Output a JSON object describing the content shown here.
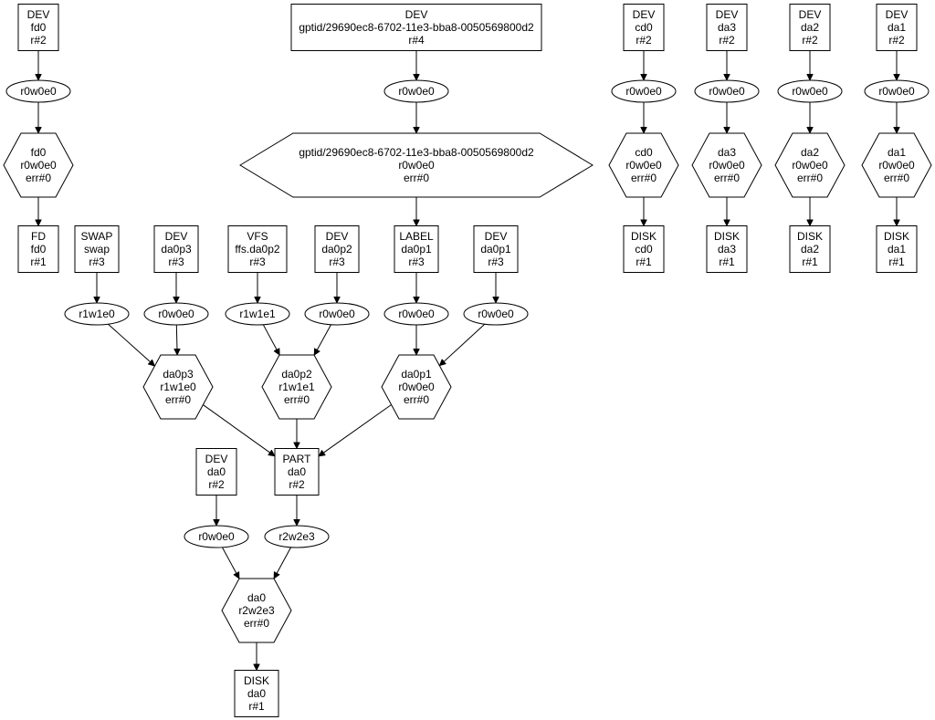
{
  "nodes": [
    {
      "id": "dev_fd0",
      "shape": "box",
      "lines": [
        "DEV",
        "fd0",
        "r#2"
      ]
    },
    {
      "id": "cons_fd0",
      "shape": "ellipse",
      "lines": [
        "r0w0e0"
      ]
    },
    {
      "id": "prov_fd0",
      "shape": "hexagon",
      "lines": [
        "fd0",
        "r0w0e0",
        "err#0"
      ]
    },
    {
      "id": "geom_fd",
      "shape": "box",
      "lines": [
        "FD",
        "fd0",
        "r#1"
      ]
    },
    {
      "id": "dev_gptid",
      "shape": "box",
      "lines": [
        "DEV",
        "gptid/29690ec8-6702-11e3-bba8-0050569800d2",
        "r#4"
      ]
    },
    {
      "id": "cons_gptid",
      "shape": "ellipse",
      "lines": [
        "r0w0e0"
      ]
    },
    {
      "id": "prov_gptid",
      "shape": "hexagon",
      "lines": [
        "gptid/29690ec8-6702-11e3-bba8-0050569800d2",
        "r0w0e0",
        "err#0"
      ]
    },
    {
      "id": "geom_label",
      "shape": "box",
      "lines": [
        "LABEL",
        "da0p1",
        "r#3"
      ]
    },
    {
      "id": "dev_cd0",
      "shape": "box",
      "lines": [
        "DEV",
        "cd0",
        "r#2"
      ]
    },
    {
      "id": "cons_cd0",
      "shape": "ellipse",
      "lines": [
        "r0w0e0"
      ]
    },
    {
      "id": "prov_cd0",
      "shape": "hexagon",
      "lines": [
        "cd0",
        "r0w0e0",
        "err#0"
      ]
    },
    {
      "id": "geom_disk_cd0",
      "shape": "box",
      "lines": [
        "DISK",
        "cd0",
        "r#1"
      ]
    },
    {
      "id": "dev_da3",
      "shape": "box",
      "lines": [
        "DEV",
        "da3",
        "r#2"
      ]
    },
    {
      "id": "cons_da3",
      "shape": "ellipse",
      "lines": [
        "r0w0e0"
      ]
    },
    {
      "id": "prov_da3",
      "shape": "hexagon",
      "lines": [
        "da3",
        "r0w0e0",
        "err#0"
      ]
    },
    {
      "id": "geom_disk_da3",
      "shape": "box",
      "lines": [
        "DISK",
        "da3",
        "r#1"
      ]
    },
    {
      "id": "dev_da2",
      "shape": "box",
      "lines": [
        "DEV",
        "da2",
        "r#2"
      ]
    },
    {
      "id": "cons_da2",
      "shape": "ellipse",
      "lines": [
        "r0w0e0"
      ]
    },
    {
      "id": "prov_da2",
      "shape": "hexagon",
      "lines": [
        "da2",
        "r0w0e0",
        "err#0"
      ]
    },
    {
      "id": "geom_disk_da2",
      "shape": "box",
      "lines": [
        "DISK",
        "da2",
        "r#1"
      ]
    },
    {
      "id": "dev_da1",
      "shape": "box",
      "lines": [
        "DEV",
        "da1",
        "r#2"
      ]
    },
    {
      "id": "cons_da1",
      "shape": "ellipse",
      "lines": [
        "r0w0e0"
      ]
    },
    {
      "id": "prov_da1",
      "shape": "hexagon",
      "lines": [
        "da1",
        "r0w0e0",
        "err#0"
      ]
    },
    {
      "id": "geom_disk_da1",
      "shape": "box",
      "lines": [
        "DISK",
        "da1",
        "r#1"
      ]
    },
    {
      "id": "geom_swap",
      "shape": "box",
      "lines": [
        "SWAP",
        "swap",
        "r#3"
      ]
    },
    {
      "id": "dev_da0p3",
      "shape": "box",
      "lines": [
        "DEV",
        "da0p3",
        "r#3"
      ]
    },
    {
      "id": "geom_vfs",
      "shape": "box",
      "lines": [
        "VFS",
        "ffs.da0p2",
        "r#3"
      ]
    },
    {
      "id": "dev_da0p2",
      "shape": "box",
      "lines": [
        "DEV",
        "da0p2",
        "r#3"
      ]
    },
    {
      "id": "dev_da0p1",
      "shape": "box",
      "lines": [
        "DEV",
        "da0p1",
        "r#3"
      ]
    },
    {
      "id": "cons_swap",
      "shape": "ellipse",
      "lines": [
        "r1w1e0"
      ]
    },
    {
      "id": "cons_da0p3",
      "shape": "ellipse",
      "lines": [
        "r0w0e0"
      ]
    },
    {
      "id": "cons_vfs",
      "shape": "ellipse",
      "lines": [
        "r1w1e1"
      ]
    },
    {
      "id": "cons_da0p2",
      "shape": "ellipse",
      "lines": [
        "r0w0e0"
      ]
    },
    {
      "id": "cons_label",
      "shape": "ellipse",
      "lines": [
        "r0w0e0"
      ]
    },
    {
      "id": "cons_da0p1",
      "shape": "ellipse",
      "lines": [
        "r0w0e0"
      ]
    },
    {
      "id": "prov_da0p3",
      "shape": "hexagon",
      "lines": [
        "da0p3",
        "r1w1e0",
        "err#0"
      ]
    },
    {
      "id": "prov_da0p2",
      "shape": "hexagon",
      "lines": [
        "da0p2",
        "r1w1e1",
        "err#0"
      ]
    },
    {
      "id": "prov_da0p1",
      "shape": "hexagon",
      "lines": [
        "da0p1",
        "r0w0e0",
        "err#0"
      ]
    },
    {
      "id": "dev_da0",
      "shape": "box",
      "lines": [
        "DEV",
        "da0",
        "r#2"
      ]
    },
    {
      "id": "geom_part",
      "shape": "box",
      "lines": [
        "PART",
        "da0",
        "r#2"
      ]
    },
    {
      "id": "cons_dev_da0",
      "shape": "ellipse",
      "lines": [
        "r0w0e0"
      ]
    },
    {
      "id": "cons_part",
      "shape": "ellipse",
      "lines": [
        "r2w2e3"
      ]
    },
    {
      "id": "prov_da0",
      "shape": "hexagon",
      "lines": [
        "da0",
        "r2w2e3",
        "err#0"
      ]
    },
    {
      "id": "geom_disk_da0",
      "shape": "box",
      "lines": [
        "DISK",
        "da0",
        "r#1"
      ]
    }
  ],
  "edges": [
    [
      "dev_fd0",
      "cons_fd0"
    ],
    [
      "cons_fd0",
      "prov_fd0"
    ],
    [
      "prov_fd0",
      "geom_fd"
    ],
    [
      "dev_gptid",
      "cons_gptid"
    ],
    [
      "cons_gptid",
      "prov_gptid"
    ],
    [
      "prov_gptid",
      "geom_label"
    ],
    [
      "dev_cd0",
      "cons_cd0"
    ],
    [
      "cons_cd0",
      "prov_cd0"
    ],
    [
      "prov_cd0",
      "geom_disk_cd0"
    ],
    [
      "dev_da3",
      "cons_da3"
    ],
    [
      "cons_da3",
      "prov_da3"
    ],
    [
      "prov_da3",
      "geom_disk_da3"
    ],
    [
      "dev_da2",
      "cons_da2"
    ],
    [
      "cons_da2",
      "prov_da2"
    ],
    [
      "prov_da2",
      "geom_disk_da2"
    ],
    [
      "dev_da1",
      "cons_da1"
    ],
    [
      "cons_da1",
      "prov_da1"
    ],
    [
      "prov_da1",
      "geom_disk_da1"
    ],
    [
      "geom_swap",
      "cons_swap"
    ],
    [
      "dev_da0p3",
      "cons_da0p3"
    ],
    [
      "geom_vfs",
      "cons_vfs"
    ],
    [
      "dev_da0p2",
      "cons_da0p2"
    ],
    [
      "geom_label",
      "cons_label"
    ],
    [
      "dev_da0p1",
      "cons_da0p1"
    ],
    [
      "cons_swap",
      "prov_da0p3"
    ],
    [
      "cons_da0p3",
      "prov_da0p3"
    ],
    [
      "cons_vfs",
      "prov_da0p2"
    ],
    [
      "cons_da0p2",
      "prov_da0p2"
    ],
    [
      "cons_label",
      "prov_da0p1"
    ],
    [
      "cons_da0p1",
      "prov_da0p1"
    ],
    [
      "prov_da0p3",
      "geom_part"
    ],
    [
      "prov_da0p2",
      "geom_part"
    ],
    [
      "prov_da0p1",
      "geom_part"
    ],
    [
      "dev_da0",
      "cons_dev_da0"
    ],
    [
      "geom_part",
      "cons_part"
    ],
    [
      "cons_dev_da0",
      "prov_da0"
    ],
    [
      "cons_part",
      "prov_da0"
    ],
    [
      "prov_da0",
      "geom_disk_da0"
    ]
  ]
}
